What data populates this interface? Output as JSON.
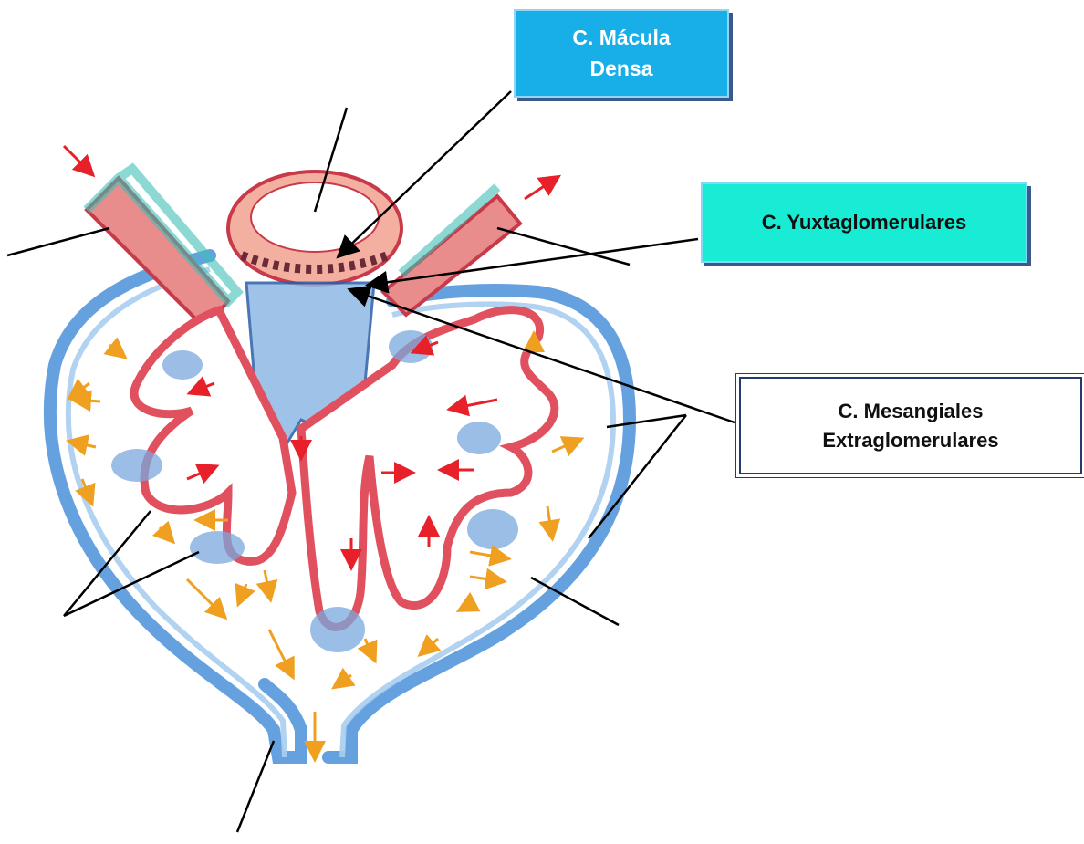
{
  "labels": {
    "macula_densa": {
      "line1": "C. Mácula",
      "line2": "Densa",
      "bg": "#18aee8",
      "fg": "#ffffff"
    },
    "yuxtaglomerulares": {
      "text": "C.  Yuxtaglomerulares",
      "bg": "#18ecd4",
      "fg": "#101010"
    },
    "mesangiales": {
      "line1": "C.  Mesangiales",
      "line2": "Extraglomerulares",
      "bg": "#ffffff",
      "fg": "#101010"
    }
  },
  "colors": {
    "capsule_blue": "#4a90d9",
    "capillary_red": "#e0505e",
    "filtrate_arrow": "#f0a020",
    "blood_arrow": "#e8202a",
    "leader_line": "#000000"
  }
}
